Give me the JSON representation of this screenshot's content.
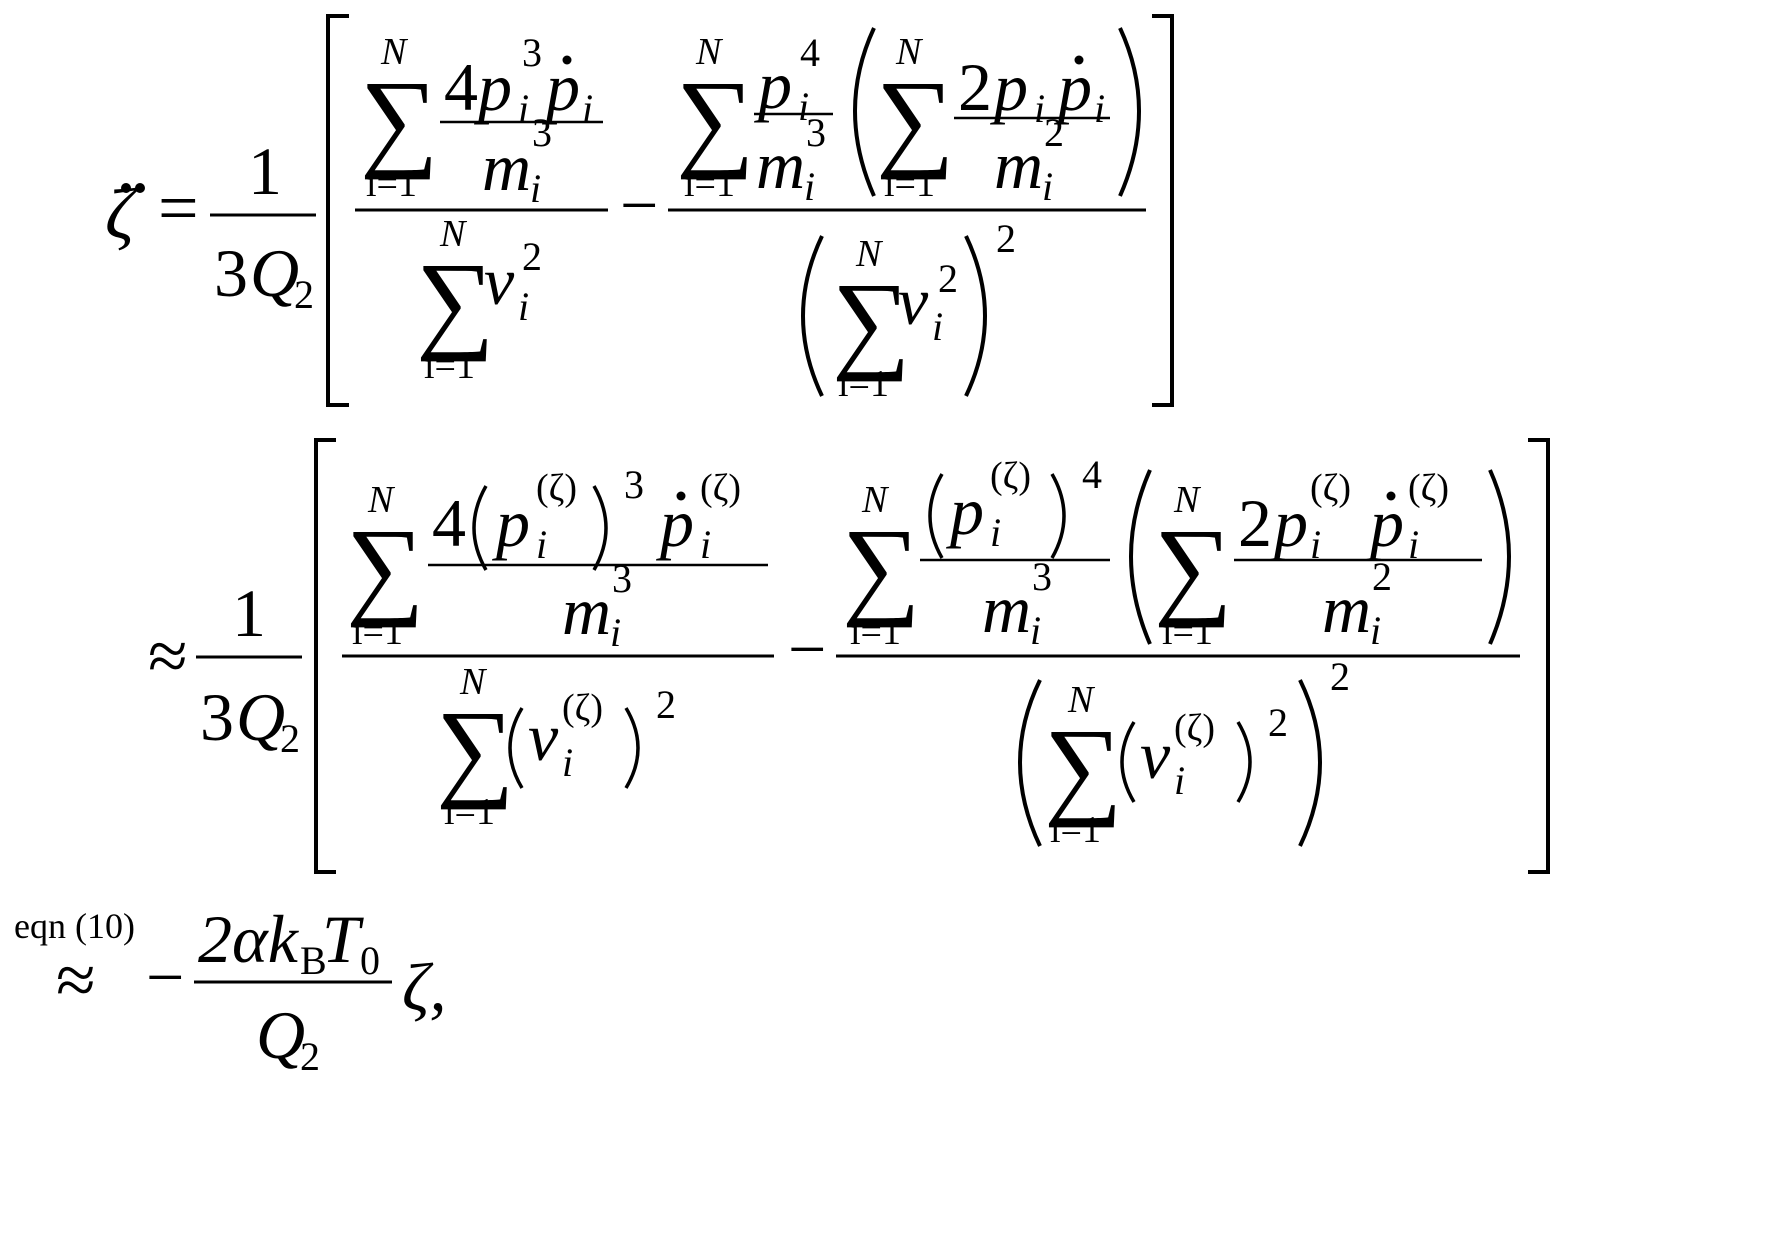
{
  "equation": {
    "line1": {
      "lhs": "ζ̈",
      "rel": "=",
      "prefactor": {
        "num": "1",
        "den_coeff": "3",
        "den_var": "Q",
        "den_sub": "2"
      },
      "term1": {
        "num_sum": {
          "lower": "i=1",
          "upper": "N",
          "sym": "∑"
        },
        "num_coeff": "4",
        "var_p": "p",
        "sub_i": "i",
        "pow3": "3",
        "den_var": "m",
        "den_sum_var": "v",
        "pow2": "2"
      },
      "minus": "−",
      "term2": {
        "p_pow": "4",
        "m_pow": "3",
        "inner_coeff": "2",
        "inner_m_pow": "2",
        "den_pow": "2"
      }
    },
    "line2": {
      "rel": "≈",
      "zeta_sup": "(ζ)",
      "pow3": "3",
      "pow4": "4",
      "pow2": "2"
    },
    "line3": {
      "rel": "≈",
      "annotation": "eqn (10)",
      "minus": "−",
      "num": "2αk",
      "num_sub": "B",
      "num_T": "T",
      "num_T_sub": "0",
      "den": "Q",
      "den_sub": "2",
      "tail": "ζ,"
    }
  }
}
